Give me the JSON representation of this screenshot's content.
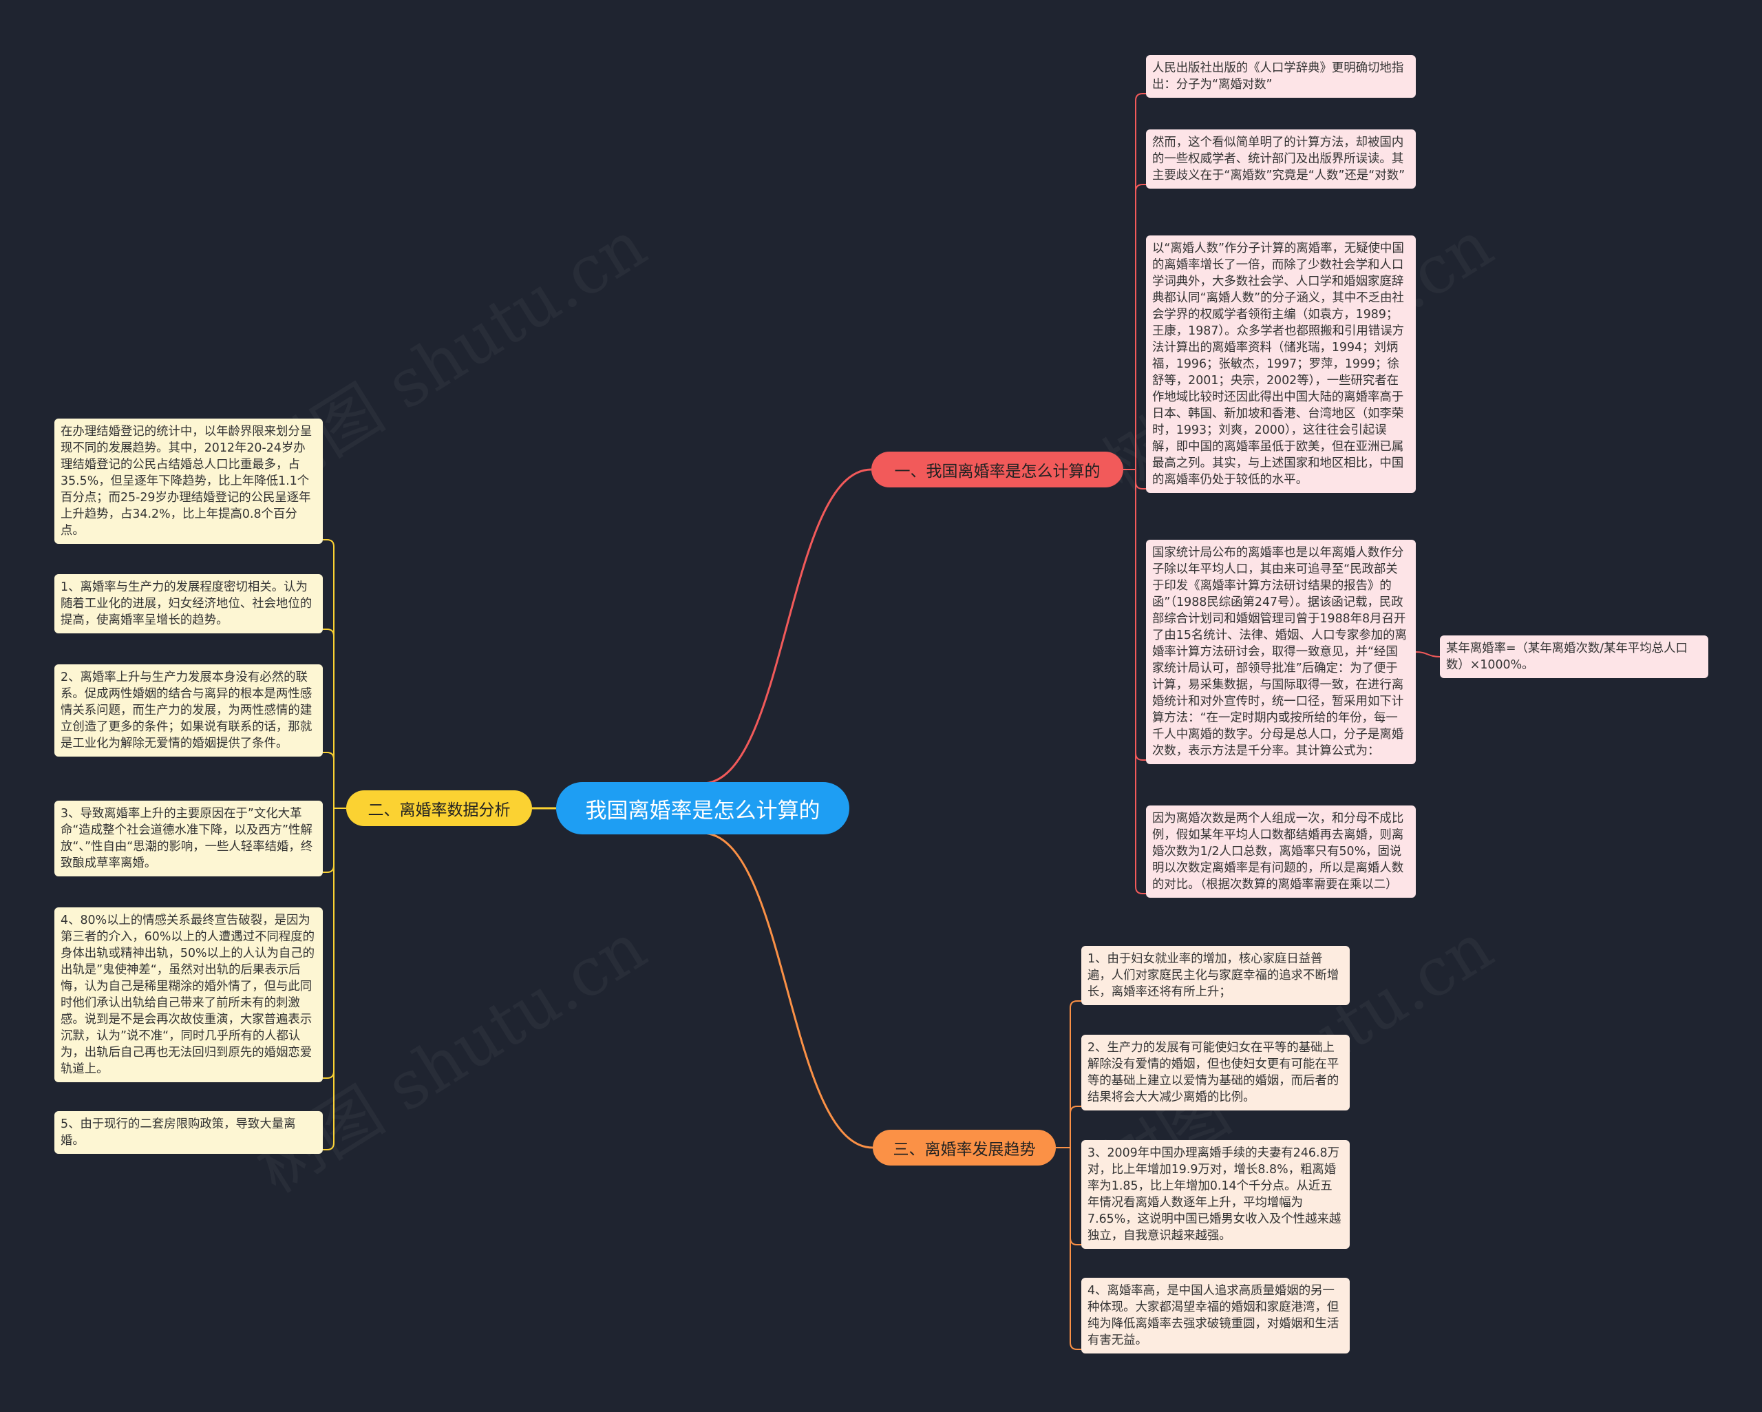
{
  "root": {
    "label": "我国离婚率是怎么计算的"
  },
  "branches": {
    "b1": {
      "label": "一、我国离婚率是怎么计算的",
      "items": [
        "人民出版社出版的《人口学辞典》更明确切地指出：分子为“离婚对数”",
        "然而，这个看似简单明了的计算方法，却被国内的一些权威学者、统计部门及出版界所误读。其主要歧义在于“离婚数”究竟是“人数”还是“对数”",
        "以“离婚人数”作分子计算的离婚率，无疑使中国的离婚率增长了一倍，而除了少数社会学和人口学词典外，大多数社会学、人口学和婚姻家庭辞典都认同“离婚人数”的分子涵义，其中不乏由社会学界的权威学者领衔主编（如袁方，1989；王康，1987）。众多学者也都照搬和引用错误方法计算出的离婚率资料（储兆瑞，1994；刘炳福，1996；张敏杰，1997；罗萍，1999；徐舒等，2001；央宗，2002等），一些研究者在作地域比较时还因此得出中国大陆的离婚率高于日本、韩国、新加坡和香港、台湾地区（如李荣时，1993；刘爽，2000），这往往会引起误解，即中国的离婚率虽低于欧美，但在亚洲已属最高之列。其实，与上述国家和地区相比，中国的离婚率仍处于较低的水平。",
        "国家统计局公布的离婚率也是以年离婚人数作分子除以年平均人口，其由来可追寻至“民政部关于印发《离婚率计算方法研讨结果的报告》的函”（1988民综函第247号）。据该函记载，民政部综合计划司和婚姻管理司曾于1988年8月召开了由15名统计、法律、婚姻、人口专家参加的离婚率计算方法研讨会，取得一致意见，并“经国家统计局认可，部领导批准”后确定：为了便于计算，易采集数据，与国际取得一致，在进行离婚统计和对外宣传时，统一口径，暂采用如下计算方法：“在一定时期内或按所给的年份，每一千人中离婚的数字。分母是总人口，分子是离婚次数，表示方法是千分率。其计算公式为：",
        "因为离婚次数是两个人组成一次，和分母不成比例，假如某年平均人口数都结婚再去离婚，则离婚次数为1/2人口总数，离婚率只有50%，固说明以次数定离婚率是有问题的，所以是离婚人数的对比。（根据次数算的离婚率需要在乘以二）"
      ],
      "formula": "某年离婚率=（某年离婚次数/某年平均总人口数）×1000%。"
    },
    "b2": {
      "label": "二、离婚率数据分析",
      "items": [
        "在办理结婚登记的统计中，以年龄界限来划分呈现不同的发展趋势。其中，2012年20-24岁办理结婚登记的公民占结婚总人口比重最多，占35.5%，但呈逐年下降趋势，比上年降低1.1个百分点；而25-29岁办理结婚登记的公民呈逐年上升趋势，占34.2%，比上年提高0.8个百分点。",
        "1、离婚率与生产力的发展程度密切相关。认为随着工业化的进展，妇女经济地位、社会地位的提高，使离婚率呈增长的趋势。",
        "2、离婚率上升与生产力发展本身没有必然的联系。促成两性婚姻的结合与离异的根本是两性感情关系问题，而生产力的发展，为两性感情的建立创造了更多的条件；如果说有联系的话，那就是工业化为解除无爱情的婚姻提供了条件。",
        "3、导致离婚率上升的主要原因在于”文化大革命“造成整个社会道德水准下降，以及西方”性解放“、”性自由“思潮的影响，一些人轻率结婚，终致酿成草率离婚。",
        "4、80%以上的情感关系最终宣告破裂，是因为第三者的介入，60%以上的人遭遇过不同程度的身体出轨或精神出轨，50%以上的人认为自己的出轨是”鬼使神差“，虽然对出轨的后果表示后悔，认为自己是稀里糊涂的婚外情了，但与此同时他们承认出轨给自己带来了前所未有的刺激感。说到是不是会再次故伎重演，大家普遍表示沉默，认为”说不准“，同时几乎所有的人都认为，出轨后自己再也无法回归到原先的婚姻恋爱轨道上。",
        "5、由于现行的二套房限购政策，导致大量离婚。"
      ]
    },
    "b3": {
      "label": "三、离婚率发展趋势",
      "items": [
        "1、由于妇女就业率的增加，核心家庭日益普遍，人们对家庭民主化与家庭幸福的追求不断增长，离婚率还将有所上升；",
        "2、生产力的发展有可能使妇女在平等的基础上解除没有爱情的婚姻，但也使妇女更有可能在平等的基础上建立以爱情为基础的婚姻，而后者的结果将会大大减少离婚的比例。",
        "3、2009年中国办理离婚手续的夫妻有246.8万对，比上年增加19.9万对，增长8.8%，粗离婚率为1.85，比上年增加0.14个千分点。从近五年情况看离婚人数逐年上升，平均增幅为7.65%，这说明中国已婚男女收入及个性越来越独立，自我意识越来越强。",
        "4、离婚率高，是中国人追求高质量婚姻的另一种体现。大家都渴望幸福的婚姻和家庭港湾，但纯为降低离婚率去强求破镜重圆，对婚姻和生活有害无益。"
      ]
    }
  },
  "watermark": "树图 shutu.cn",
  "colors": {
    "background": "#1f2430",
    "root": "#1e9ef3",
    "b1": "#f25a5a",
    "b2": "#fbd232",
    "b3": "#fb9146"
  }
}
